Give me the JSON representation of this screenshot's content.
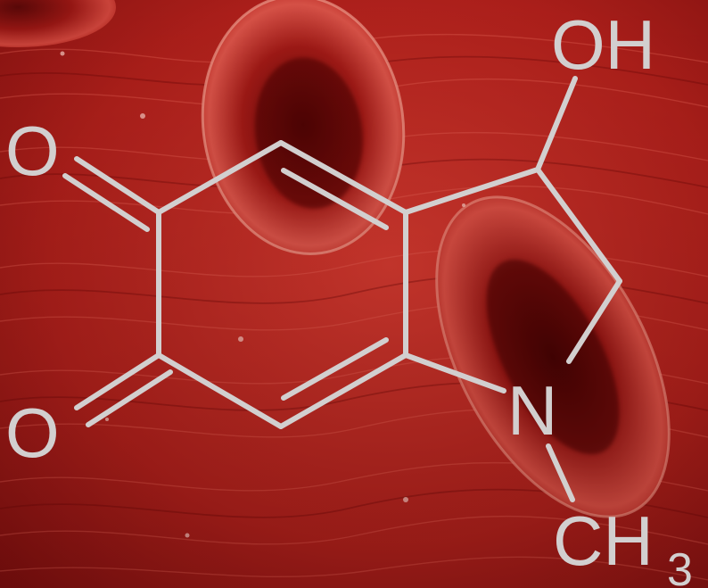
{
  "colors": {
    "background_base": "#b01818",
    "background_dark": "#6e0a0a",
    "background_light": "#e24a40",
    "cell_highlight": "#f07a6a",
    "bond_color": "#d2cfcf"
  },
  "molecule": {
    "atoms": {
      "oxygen_top": "O",
      "oxygen_bottom": "O",
      "hydroxyl": "OH",
      "nitrogen": "N",
      "methyl_main": "CH",
      "methyl_subscript": "3"
    }
  }
}
